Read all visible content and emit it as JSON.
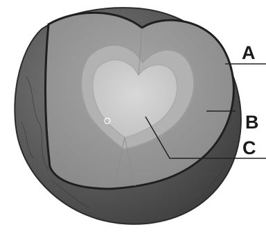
{
  "diagram": {
    "labels": [
      {
        "id": "A",
        "text": "A"
      },
      {
        "id": "B",
        "text": "B"
      },
      {
        "id": "C",
        "text": "C"
      }
    ],
    "colors": {
      "outer_surface": "#5e5e5e",
      "cut_face": "#9a9a9a",
      "inner_ring": "#b7b7b7",
      "core": "#cfcfcf",
      "leader_line": "#222222"
    }
  }
}
